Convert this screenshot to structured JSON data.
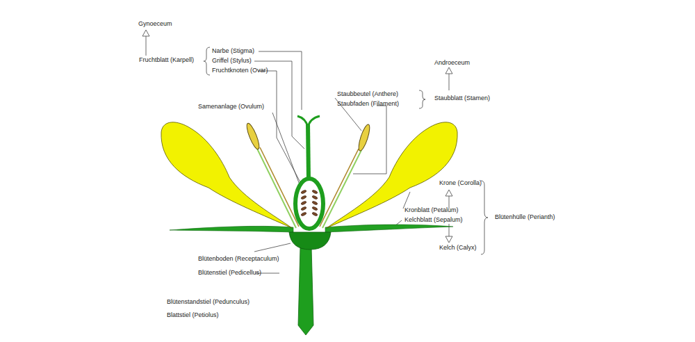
{
  "diagram": {
    "labels": [
      "Gynoeceum",
      "Fruchtblatt (Karpell)",
      "Narbe (Stigma)",
      "Griffel (Stylus)",
      "Fruchtknoten (Ovar)",
      "Androeceum",
      "Staubbeutel (Anthere)",
      "Staubfaden (Filament)",
      "Staubblatt (Stamen)",
      "Samenanlage (Ovulum)",
      "Krone (Corolla)",
      "Kronblatt (Petalum)",
      "Blütenhülle (Perianth)",
      "Kelchblatt (Sepalum)",
      "Kelch (Calyx)",
      "Blütenboden (Receptaculum)",
      "Blütenstiel (Pedicellus)",
      "Blütenstandstiel (Pedunculus)",
      "Blattstiel (Petiolus)"
    ]
  }
}
